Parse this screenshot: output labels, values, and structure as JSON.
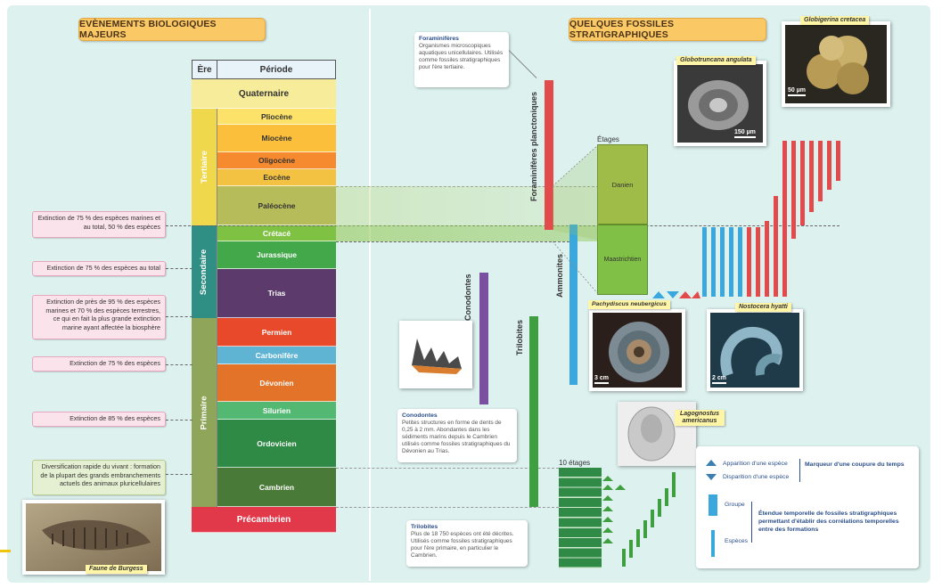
{
  "headers": {
    "left": "EVÈNEMENTS BIOLOGIQUES MAJEURS",
    "right": "QUELQUES FOSSILES STRATIGRAPHIQUES"
  },
  "table": {
    "col_era": "Ère",
    "col_period": "Période",
    "eras": [
      {
        "label": "",
        "color": "#f3e79a"
      },
      {
        "label": "Tertiaire",
        "color": "#f0d84c"
      },
      {
        "label": "Secondaire",
        "color": "#2f8f84"
      },
      {
        "label": "Primaire",
        "color": "#8fa65a"
      },
      {
        "label": "",
        "color": "#e0424a"
      }
    ],
    "periods": [
      {
        "label": "Quaternaire",
        "color": "#f6ec9a",
        "text": "#333"
      },
      {
        "label": "Pliocène",
        "color": "#fde26a",
        "text": "#333"
      },
      {
        "label": "Miocène",
        "color": "#fbbf3c",
        "text": "#333"
      },
      {
        "label": "Oligocène",
        "color": "#f58a2e",
        "text": "#333"
      },
      {
        "label": "Eocène",
        "color": "#f3c243",
        "text": "#333"
      },
      {
        "label": "Paléocène",
        "color": "#b6bc5a",
        "text": "#333"
      },
      {
        "label": "Crétacé",
        "color": "#7fc143",
        "text": "#fff"
      },
      {
        "label": "Jurassique",
        "color": "#43a84a",
        "text": "#fff"
      },
      {
        "label": "Trias",
        "color": "#5c3a6b",
        "text": "#fff"
      },
      {
        "label": "Permien",
        "color": "#e8492b",
        "text": "#fff"
      },
      {
        "label": "Carbonifère",
        "color": "#5fb4d3",
        "text": "#fff"
      },
      {
        "label": "Dévonien",
        "color": "#e4732a",
        "text": "#fff"
      },
      {
        "label": "Silurien",
        "color": "#53b872",
        "text": "#fff"
      },
      {
        "label": "Ordovicien",
        "color": "#2e8a45",
        "text": "#fff"
      },
      {
        "label": "Cambrien",
        "color": "#4a7a37",
        "text": "#fff"
      },
      {
        "label": "Précambrien",
        "color": "#e1394a",
        "text": "#fff"
      }
    ]
  },
  "events": [
    "Extinction de 75 % des espèces marines et au total, 50 % des espèces",
    "Extinction de 75 % des espèces au total",
    "Extinction de près de 95 % des espèces marines et 70 % des espèces terrestres, ce qui en fait la plus grande extinction marine ayant affectée la biosphère",
    "Extinction de 75 % des espèces",
    "Extinction de 85 % des espèces",
    "Diversification rapide du vivant : formation de la plupart des grands embranchements actuels des animaux pluricellulaires"
  ],
  "burgess_caption": "Faune de Burgess",
  "notes": {
    "foram_title": "Foraminifères",
    "foram_text": "Organismes microscopiques aquatiques unicellulaires. Utilisés comme fossiles stratigraphiques pour l'ère tertiaire.",
    "cono_title": "Conodontes",
    "cono_text": "Petites structures en forme de dents de 0,25 à 2 mm. Abondantes dans les sédiments marins depuis le Cambrien utilisés comme fossiles stratigraphiques du Dévonien au Trias.",
    "trilo_title": "Trilobites",
    "trilo_text": "Plus de 18 750 espèces ont été décrites. Utilisés comme fossiles stratigraphiques pour l'ère primaire, en particulier le Cambrien."
  },
  "bar_labels": {
    "foram": "Foraminifères planctoniques",
    "ammo": "Ammonites",
    "cono": "Conodontes",
    "trilo": "Trilobites"
  },
  "stages": {
    "title": "Étages",
    "danien": "Danien",
    "maastrichtien": "Maastrichtien",
    "ten": "10 étages"
  },
  "photos": {
    "globigerina": "Globigerina cretacea",
    "globotruncana": "Globotruncana angulata",
    "pachydiscus": "Pachydiscus neubergicus",
    "nostoceras": "Nostocera hyatti",
    "lagnostus": "Lagognostus americanus"
  },
  "scales": {
    "globigerina": "50 µm",
    "globotruncana": "150 µm",
    "pachydiscus": "3 cm",
    "nostoceras": "2 cm"
  },
  "legend": {
    "appear": "Apparition d'une espèce",
    "disappear": "Disparition d'une espèce",
    "marker": "Marqueur d'une coupure du temps",
    "group": "Groupe",
    "species": "Espèces",
    "extent": "Étendue temporelle de fossiles stratigraphiques permettant d'établir des corrélations temporelles entre des formations"
  },
  "colors": {
    "foram": "#e34a4c",
    "ammo": "#3aa8dc",
    "cono": "#7a4fa0",
    "trilo": "#3f9e3f"
  }
}
